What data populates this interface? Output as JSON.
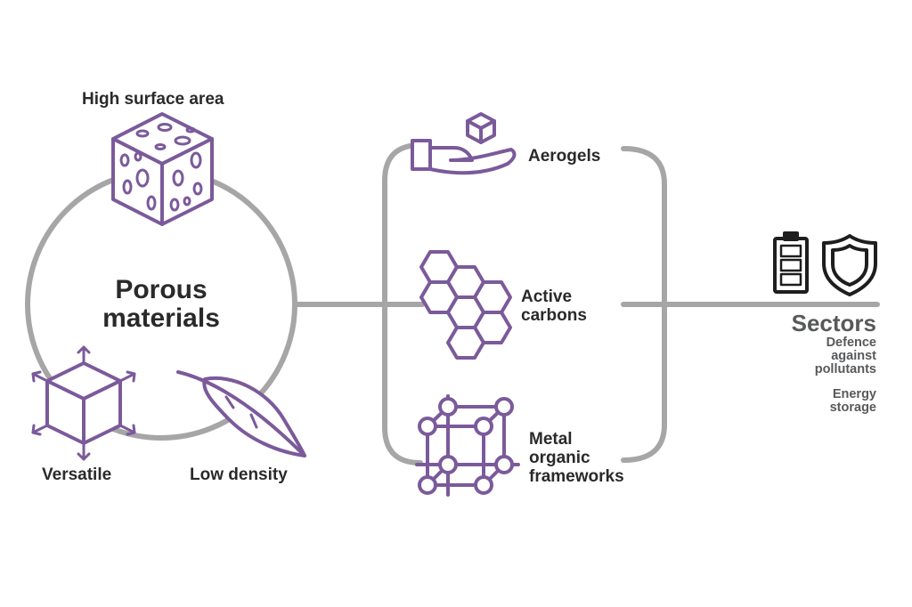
{
  "colors": {
    "accent": "#7b5a9b",
    "line": "#a6a6a6",
    "text": "#2a2a2a",
    "muted": "#58595b"
  },
  "center": {
    "line1": "Porous",
    "line2": "materials"
  },
  "properties": {
    "high_surface_area": "High surface area",
    "versatile": "Versatile",
    "low_density": "Low density"
  },
  "types": {
    "aerogels": "Aerogels",
    "active_carbons": {
      "line1": "Active",
      "line2": "carbons"
    },
    "mof": {
      "line1": "Metal",
      "line2": "organic",
      "line3": "frameworks"
    }
  },
  "sectors": {
    "title": "Sectors",
    "defence": {
      "line1": "Defence",
      "line2": "against",
      "line3": "pollutants"
    },
    "energy": {
      "line1": "Energy",
      "line2": "storage"
    }
  },
  "icons": [
    "porous-cube-icon",
    "expand-cube-icon",
    "feather-icon",
    "hand-cube-icon",
    "hexagon-cluster-icon",
    "framework-cube-icon",
    "battery-icon",
    "shield-icon"
  ]
}
